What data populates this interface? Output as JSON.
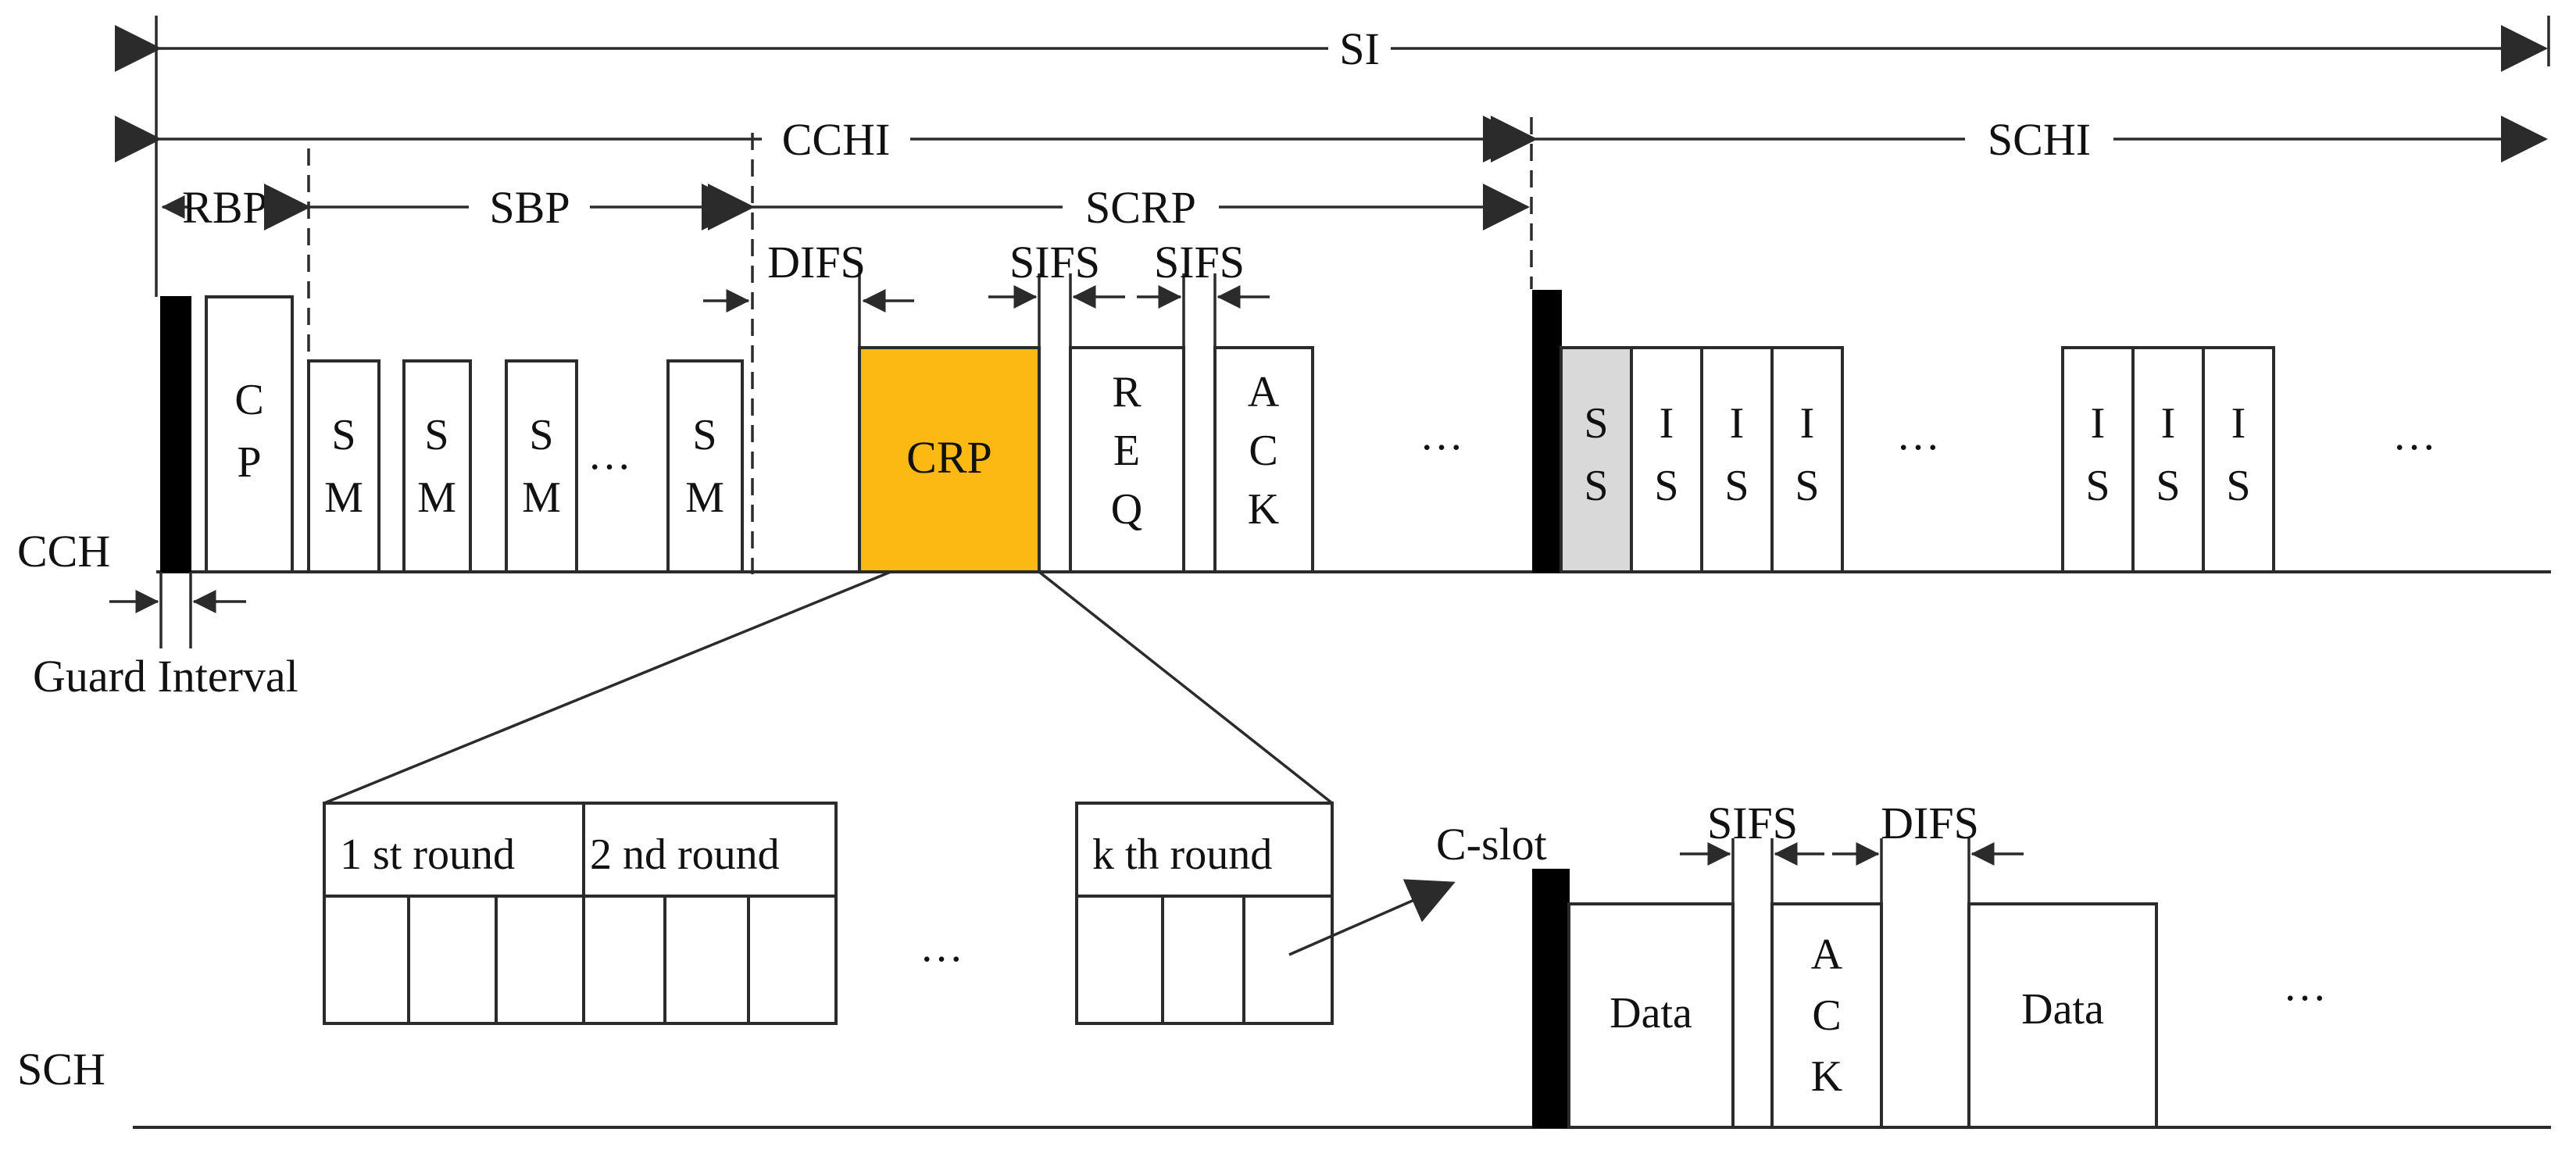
{
  "colors": {
    "crp_fill": "#FDB913",
    "ss_fill": "#D9D9D9",
    "line": "#2B2B2B",
    "guard": "#000000"
  },
  "intervals": {
    "si": "SI",
    "cchi": "CCHI",
    "schi": "SCHI",
    "rbp": "RBP",
    "sbp": "SBP",
    "scrp": "SCRP"
  },
  "timing": {
    "difs": "DIFS",
    "sifs": "SIFS",
    "guard_interval": "Guard Interval",
    "c_slot": "C-slot"
  },
  "channels": {
    "cch": "CCH",
    "sch": "SCH"
  },
  "cch_frames": {
    "cp": [
      "C",
      "P"
    ],
    "sm": [
      "S",
      "M"
    ],
    "crp": "CRP",
    "req": [
      "R",
      "E",
      "Q"
    ],
    "ack": [
      "A",
      "C",
      "K"
    ],
    "ss": [
      "S",
      "S"
    ],
    "is": [
      "I",
      "S"
    ],
    "ellipsis": "…"
  },
  "rounds": {
    "first": "1 st  round",
    "second": "2 nd  round",
    "kth": "k th  round",
    "ellipsis": "…"
  },
  "sch_frames": {
    "data": "Data",
    "ack": [
      "A",
      "C",
      "K"
    ],
    "ellipsis": "…"
  }
}
